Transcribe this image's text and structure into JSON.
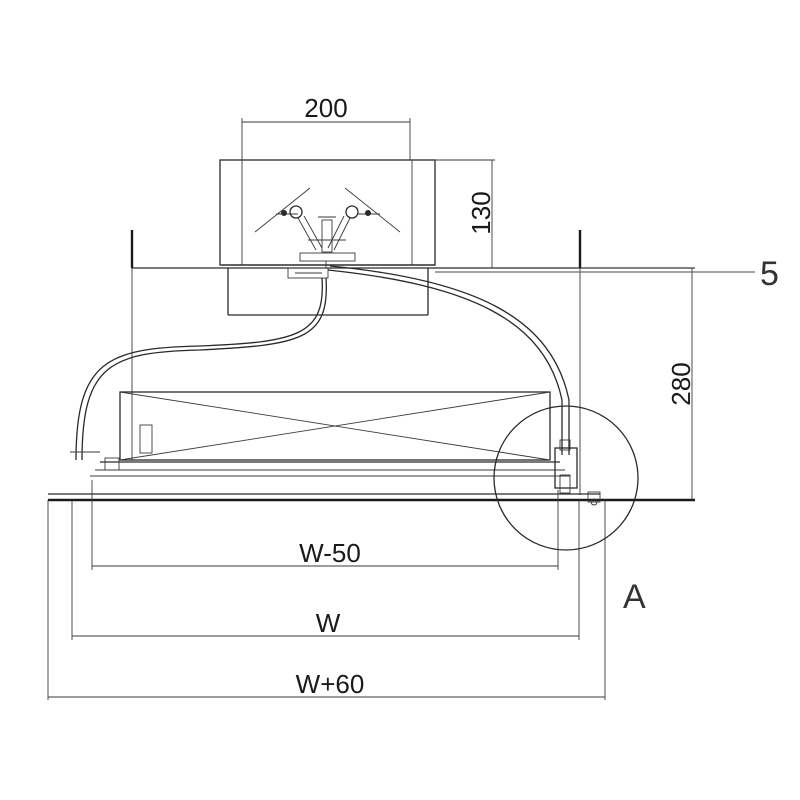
{
  "dimensions": {
    "top_width": "200",
    "box_height": "130",
    "overall_height": "280",
    "inner_width": "W-50",
    "nominal_width": "W",
    "outer_width": "W+60"
  },
  "callouts": {
    "item_number": "5",
    "detail_label": "A"
  },
  "colors": {
    "line": "#2a2a2a",
    "text": "#1a1a1a",
    "background": "#ffffff"
  }
}
